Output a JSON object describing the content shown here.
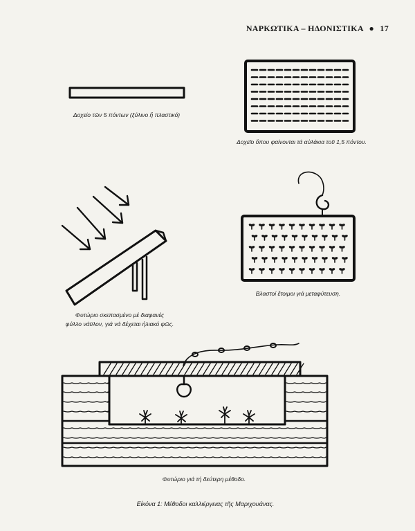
{
  "header": {
    "section_left": "ΝΑΡΚΩΤΙΚΑ",
    "dash": "–",
    "section_right": "ΗΔΟΝΙΣΤΙΚΑ",
    "bullet": "●",
    "page_number": "17"
  },
  "figures": {
    "tray_side": {
      "caption": "Δοχείο τῶν 5 πόντων (ξύλινο ἤ πλαστικό)"
    },
    "tray_top": {
      "caption": "Δοχεῖο ὅπου φαίνονται τά αὐλάκια τοῦ 1,5 πόντου."
    },
    "greenhouse": {
      "caption_line1": "Φυτώριο σκεπασμένο μέ διαφανές",
      "caption_line2": "φύλλο νάϋλον, γιά νά δέχεται ἡλιακό φῶς."
    },
    "sprouts": {
      "caption": "Βλαστοί ἕτοιμοι γιά μεταφύτευση."
    },
    "nursery": {
      "caption": "Φυτώριο γιά τή δεύτερη μέθοδο."
    }
  },
  "figure_caption": "Εἰκόνα 1: Μέθοδοι καλλιέργειας τῆς Μαριχουάνας."
}
